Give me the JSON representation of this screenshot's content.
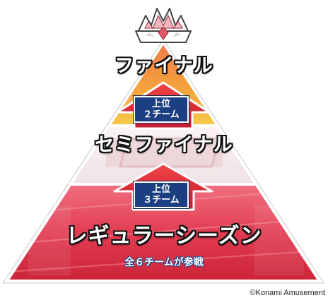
{
  "tiers": {
    "final": {
      "label": "ファイナル",
      "color": "#f2a23a"
    },
    "semifinal": {
      "label": "セミファイナル",
      "color": "#f1e9ea"
    },
    "regular": {
      "label": "レギュラーシーズン",
      "sub": "全６チームが参戦",
      "color": "#e0394f"
    }
  },
  "arrows": [
    {
      "line1": "上位",
      "line2": "２チーム",
      "color": "#d9293a"
    },
    {
      "line1": "上位",
      "line2": "３チーム",
      "color": "#d9293a"
    }
  ],
  "crown": {
    "icon": "crown-icon",
    "color": "#e05a6a"
  },
  "copyright": "©Konami Amusement"
}
